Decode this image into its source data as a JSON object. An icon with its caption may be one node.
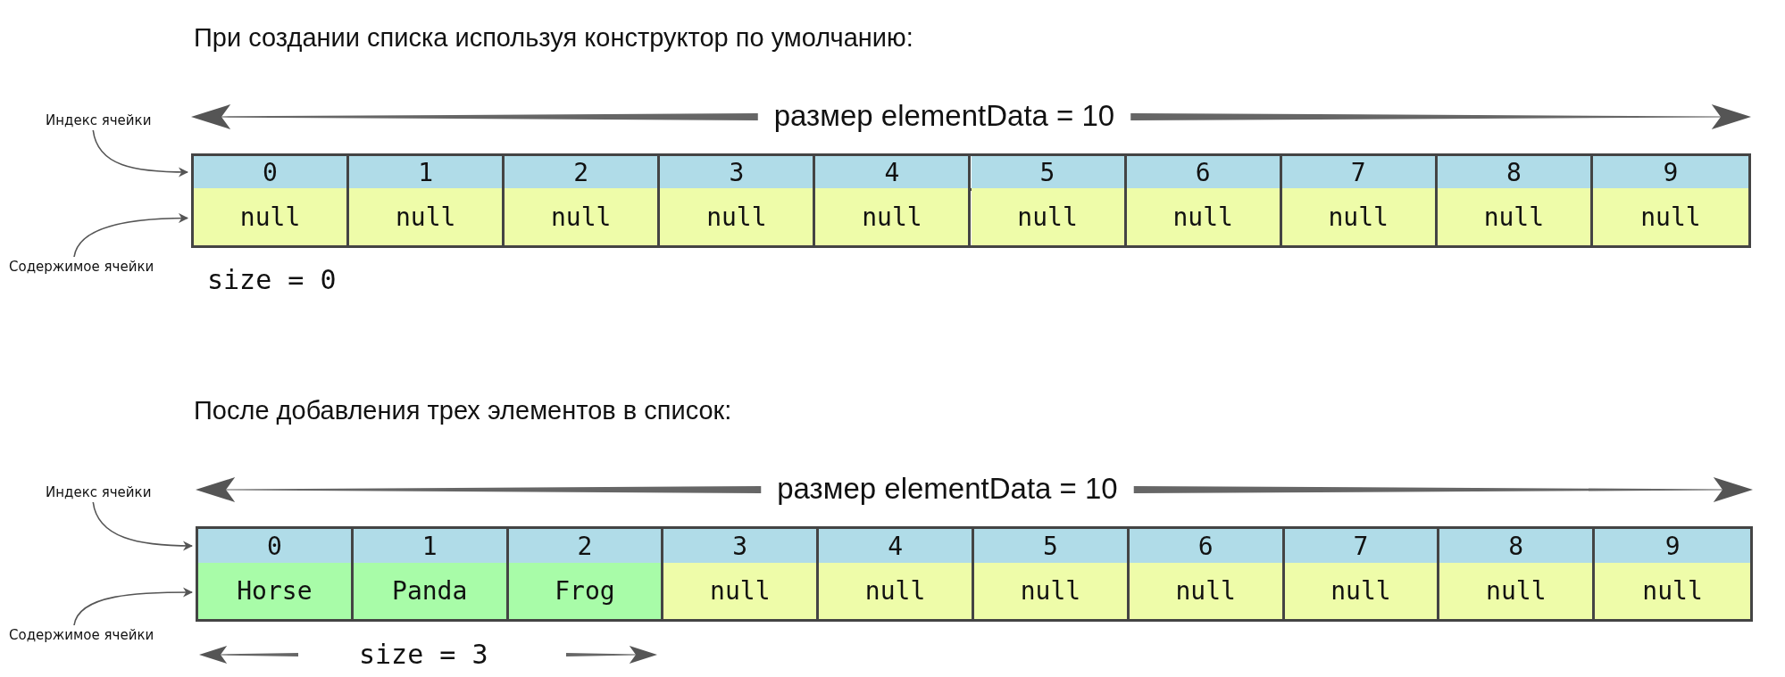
{
  "diagram": {
    "nodes": [
      {
        "text": [
          "Индекс ячейки"
        ]
      },
      {
        "text": [
          "Содержимое ячейки"
        ]
      },
      {
        "text": [],
        "shape": "bar"
      },
      {
        "text": [],
        "shape": "bar"
      },
      {
        "text": [
          "Индекс ячейки"
        ]
      },
      {
        "text": [
          "Содержимое ячейки"
        ]
      },
      {
        "text": [],
        "shape": "bar"
      },
      {
        "text": [],
        "shape": "bar"
      }
    ],
    "edges": [
      {
        "from": 0,
        "to": 2,
        "arrow": "to"
      },
      {
        "from": 1,
        "to": 3,
        "arrow": "to"
      },
      {
        "from": 4,
        "to": 6,
        "arrow": "to"
      },
      {
        "from": 5,
        "to": 7,
        "arrow": "to"
      }
    ],
    "labels": [
      "При создании списка используя конструктор по умолчанию:",
      "размер elementData = 10",
      "0",
      "1",
      "2",
      "3",
      "4",
      "5",
      "6",
      "7",
      "8",
      "9",
      "null",
      "null",
      "null",
      "null",
      "null",
      "null",
      "null",
      "null",
      "null",
      "null",
      "size = 0",
      "После добавления трех элементов в список:",
      "размер elementData = 10",
      "0",
      "1",
      "2",
      "3",
      "4",
      "5",
      "6",
      "7",
      "8",
      "9",
      "Horse",
      "Panda",
      "Frog",
      "null",
      "null",
      "null",
      "null",
      "null",
      "null",
      "null",
      "size = 3"
    ]
  }
}
